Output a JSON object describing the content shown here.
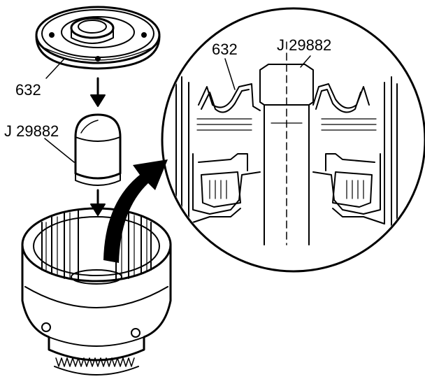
{
  "labels": {
    "part_632_left": "632",
    "tool_left": "J 29882",
    "part_632_right": "632",
    "tool_right": "J 29882"
  },
  "colors": {
    "line": "#000000",
    "background": "#ffffff"
  }
}
